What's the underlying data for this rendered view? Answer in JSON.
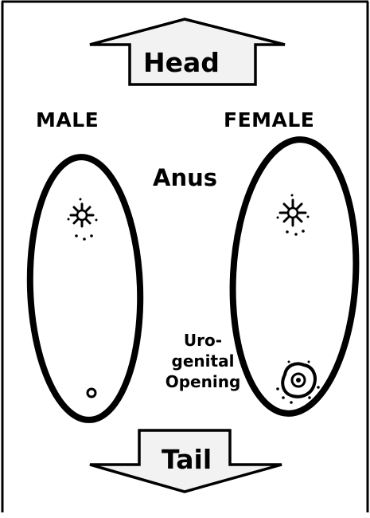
{
  "labels": {
    "head": "Head",
    "tail": "Tail",
    "male": "MALE",
    "female": "FEMALE",
    "anus": "Anus",
    "urogenital": [
      "Uro-",
      "genital",
      "Opening"
    ]
  },
  "colors": {
    "ink": "#000000",
    "arrow_fill": "#f2f2f2",
    "background": "#ffffff"
  }
}
